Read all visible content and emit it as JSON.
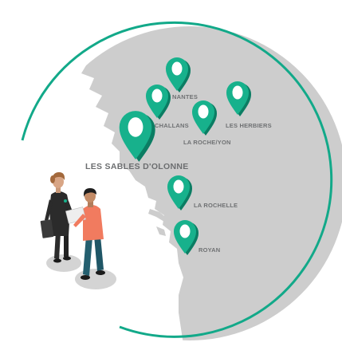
{
  "colors": {
    "ring": "#12a989",
    "land": "#cdcdcd",
    "pin": "#17b18c",
    "pin_dark": "#0b7d63",
    "label": "#6f7173"
  },
  "map": {
    "cities": [
      {
        "id": "nantes",
        "name": "NANTES"
      },
      {
        "id": "challans",
        "name": "CHALLANS"
      },
      {
        "id": "la-roche-yon",
        "name": "LA ROCHE/YON"
      },
      {
        "id": "les-herbiers",
        "name": "LES HERBIERS"
      },
      {
        "id": "les-sables-dolonne",
        "name": "LES SABLES D'OLONNE"
      },
      {
        "id": "la-rochelle",
        "name": "LA ROCHELLE"
      },
      {
        "id": "royan",
        "name": "ROYAN"
      }
    ]
  }
}
